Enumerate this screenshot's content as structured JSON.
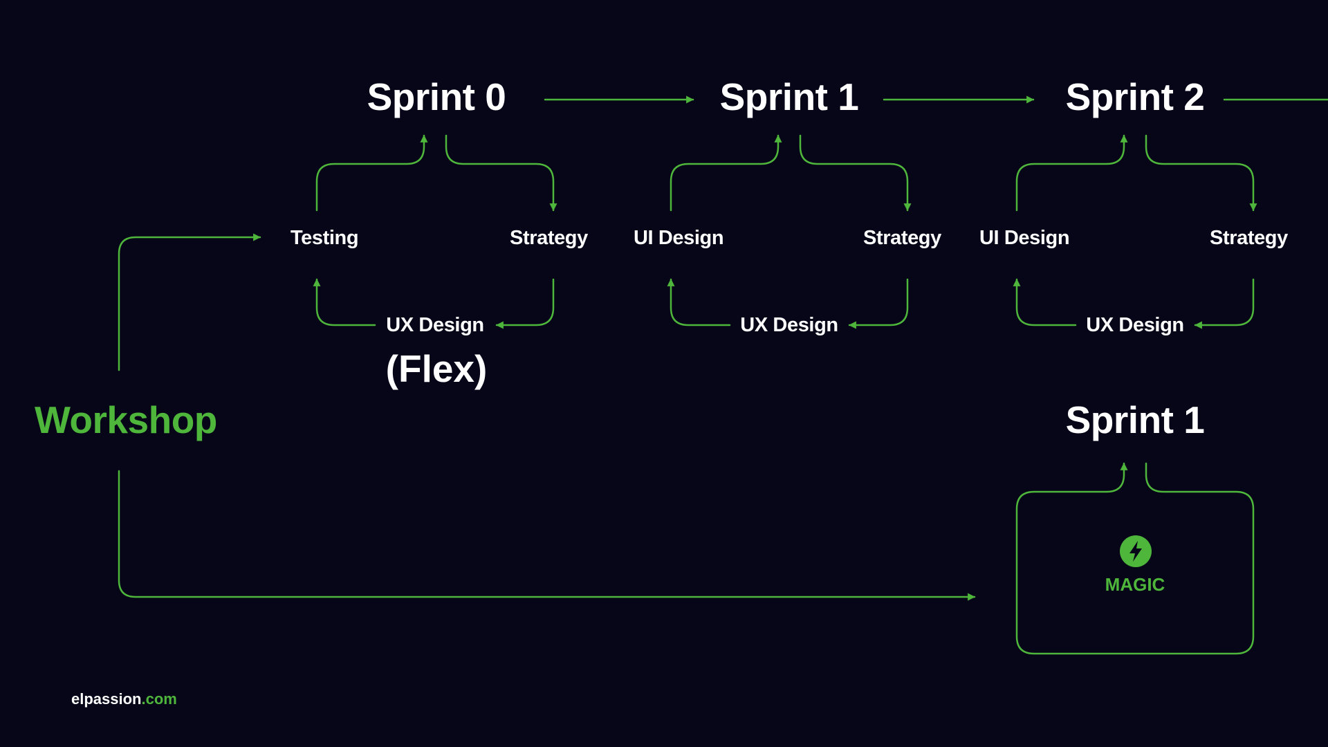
{
  "colors": {
    "background": "#060618",
    "accent": "#4fb63c",
    "text": "#ffffff"
  },
  "sprints": [
    {
      "title": "Sprint 0",
      "left_label": "Testing",
      "right_label": "Strategy",
      "bottom_label": "UX Design",
      "note": "(Flex)"
    },
    {
      "title": "Sprint 1",
      "left_label": "UI Design",
      "right_label": "Strategy",
      "bottom_label": "UX Design"
    },
    {
      "title": "Sprint 2",
      "left_label": "UI Design",
      "right_label": "Strategy",
      "bottom_label": "UX Design"
    }
  ],
  "workshop": {
    "label": "Workshop"
  },
  "alternate_sprint": {
    "title": "Sprint 1",
    "box_label": "MAGIC",
    "icon": "lightning-bolt-icon"
  },
  "footer": {
    "brand_name": "elpassion",
    "brand_domain": ".com"
  }
}
